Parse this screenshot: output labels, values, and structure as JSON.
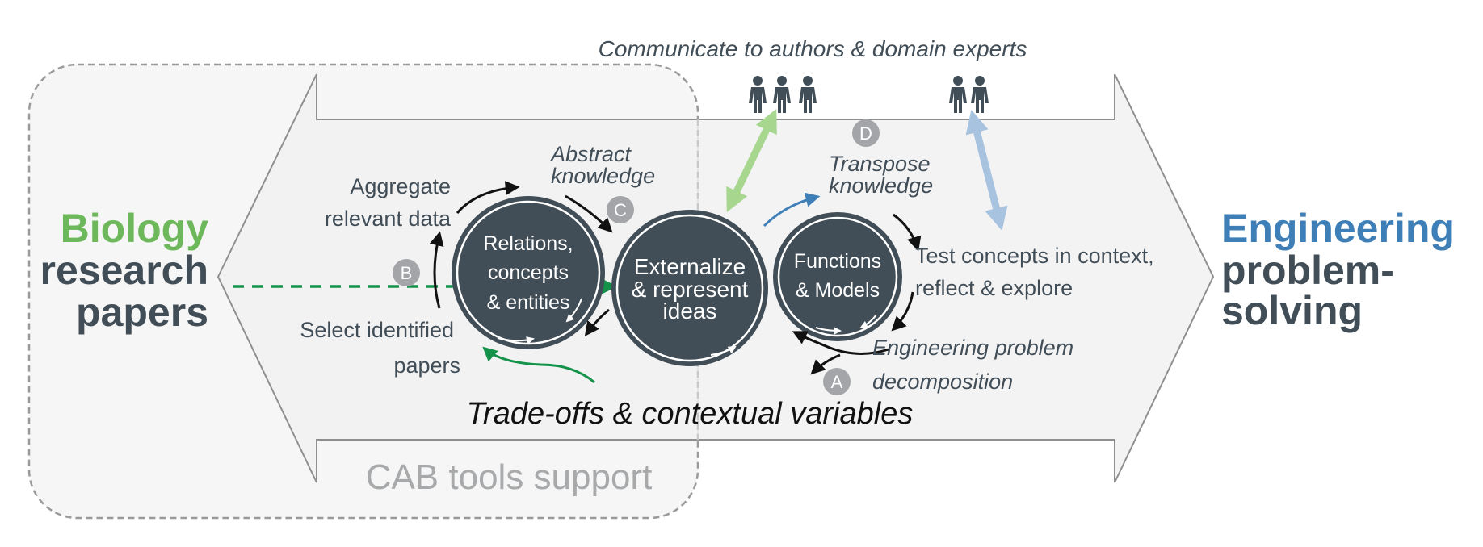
{
  "colors": {
    "dark": "#414e57",
    "green": "#6db85a",
    "blue": "#3f7fb8",
    "green_dashed": "#15924a",
    "green_arrow_light": "#a7d68f",
    "blue_arrow_light": "#a8c3e0",
    "badge": "#a3a5a8",
    "cab_text": "#a7a9ab"
  },
  "left": {
    "title_colored": "Biology",
    "line2": "research",
    "line3": "papers"
  },
  "right": {
    "title_colored": "Engineering",
    "line2": "problem-",
    "line3": "solving"
  },
  "top_label": "Communicate to authors & domain experts",
  "cab_label": "CAB tools support",
  "tradeoffs_label": "Trade-offs & contextual variables",
  "circles": [
    {
      "id": "relations",
      "lines": [
        "Relations,",
        "concepts",
        "& entities"
      ]
    },
    {
      "id": "externalize",
      "lines": [
        "Externalize",
        "& represent",
        "ideas"
      ]
    },
    {
      "id": "functions",
      "lines": [
        "Functions",
        "& Models"
      ]
    }
  ],
  "steps": {
    "aggregate": [
      "Aggregate",
      "relevant data"
    ],
    "select": [
      "Select identified",
      "papers"
    ],
    "abstract": [
      "Abstract",
      "knowledge"
    ],
    "transpose": [
      "Transpose",
      "knowledge"
    ],
    "test": [
      "Test concepts in context,",
      "reflect & explore"
    ],
    "decompose": [
      "Engineering problem",
      "decomposition"
    ]
  },
  "badges": [
    "A",
    "B",
    "C",
    "D"
  ],
  "people": {
    "left_group_count": 3,
    "right_group_count": 2
  }
}
